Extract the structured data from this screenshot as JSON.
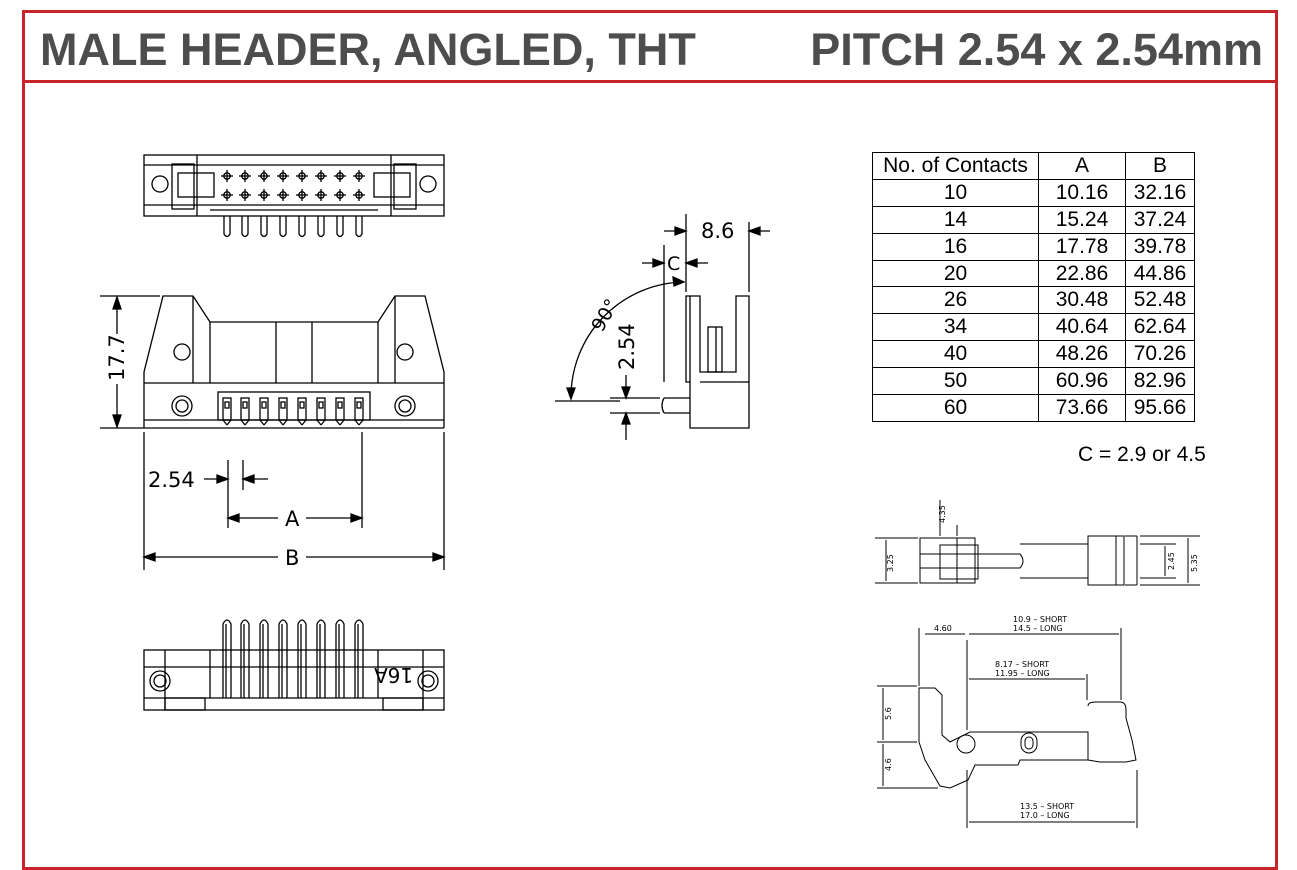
{
  "title": {
    "left": "MALE HEADER, ANGLED, THT",
    "right": "PITCH 2.54 x 2.54mm"
  },
  "colors": {
    "frame": "#c8242c",
    "title_text": "#4d4d4d",
    "line": "#000000"
  },
  "table": {
    "headers": [
      "No. of Contacts",
      "A",
      "B"
    ],
    "rows": [
      [
        "10",
        "10.16",
        "32.16"
      ],
      [
        "14",
        "15.24",
        "37.24"
      ],
      [
        "16",
        "17.78",
        "39.78"
      ],
      [
        "20",
        "22.86",
        "44.86"
      ],
      [
        "26",
        "30.48",
        "52.48"
      ],
      [
        "34",
        "40.64",
        "62.64"
      ],
      [
        "40",
        "48.26",
        "70.26"
      ],
      [
        "50",
        "60.96",
        "82.96"
      ],
      [
        "60",
        "73.66",
        "95.66"
      ]
    ]
  },
  "note": "C = 2.9 or 4.5",
  "dims": {
    "height": "17.7",
    "pitch": "2.54",
    "a": "A",
    "b": "B",
    "depth": "8.6",
    "c": "C",
    "angle": "90°",
    "side_pitch": "2.54",
    "pin_mark": "16A",
    "d435": "4.35",
    "d325": "3.25",
    "d245": "2.45",
    "d535": "5.35",
    "d460": "4.60",
    "len1": "10.9  –  SHORT",
    "len1b": "14.5  –  LONG",
    "len2": "8.17  –  SHORT",
    "len2b": "11.95  –  LONG",
    "len3": "13.5  –  SHORT",
    "len3b": "17.0  –  LONG",
    "d56": "5.6",
    "d46": "4.6"
  }
}
